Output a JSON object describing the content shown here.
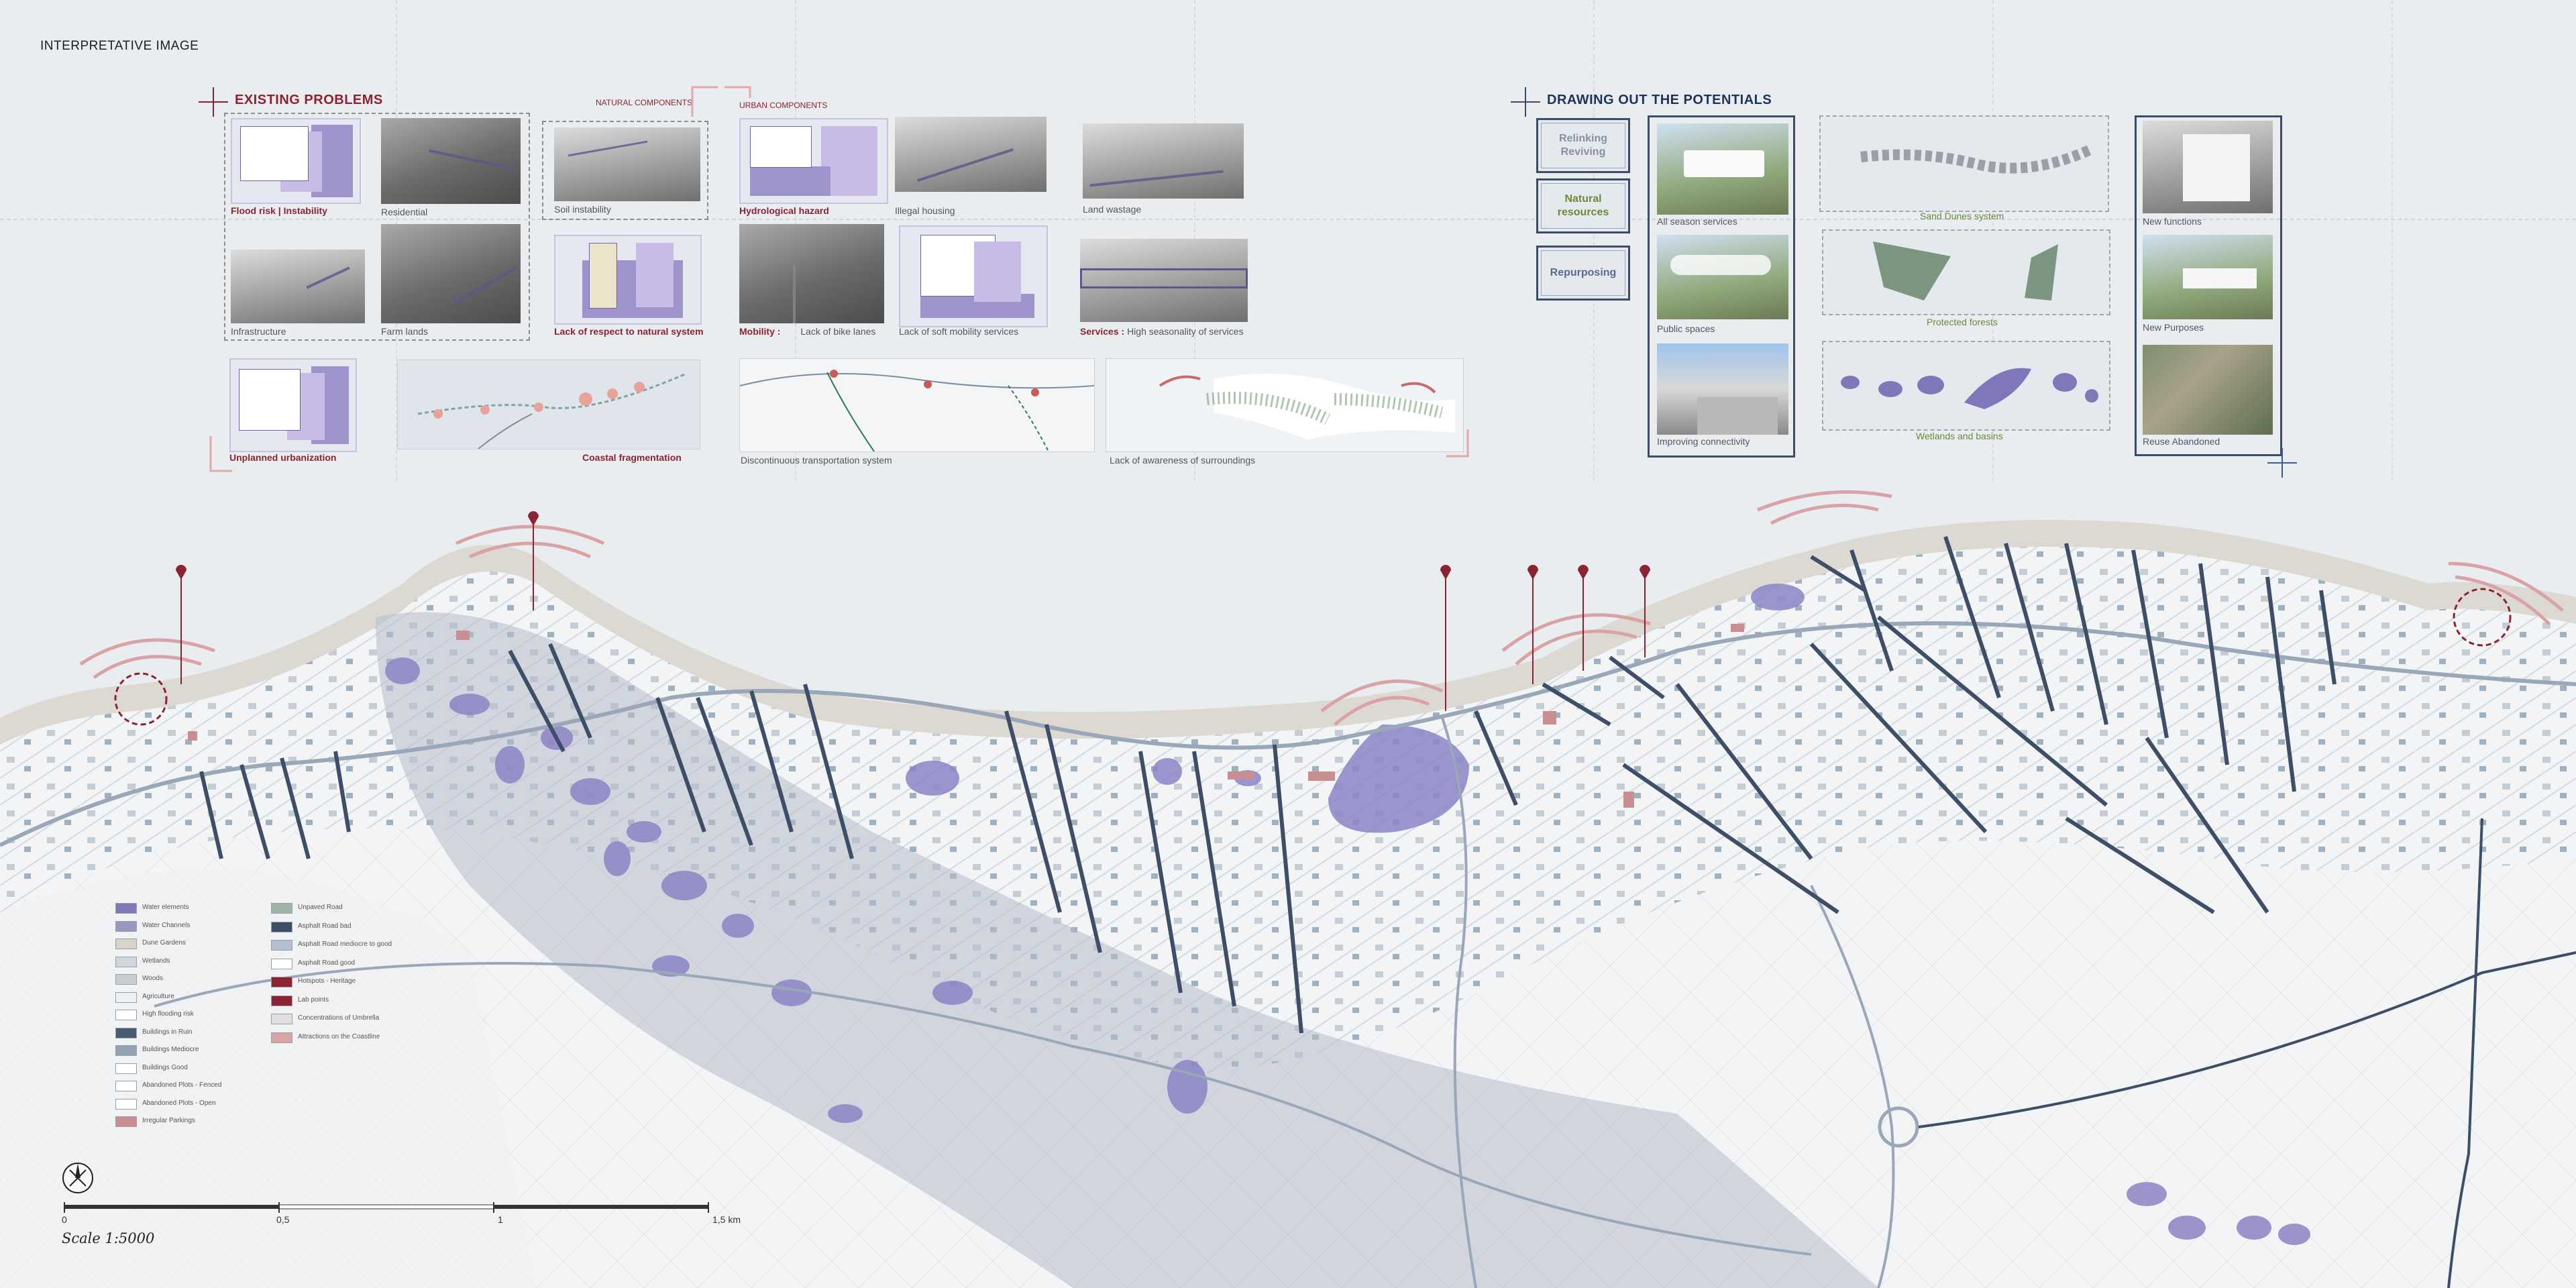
{
  "page": {
    "title": "INTERPRETATIVE IMAGE"
  },
  "problems": {
    "title": "EXISTING PROBLEMS",
    "group_labels": {
      "natural": "NATURAL COMPONENTS",
      "urban": "URBAN COMPONENTS"
    },
    "captions": {
      "flood_risk": "Flood risk | Instability",
      "residential": "Residential",
      "infrastructure": "Infrastructure",
      "farm_lands": "Farm lands",
      "soil_instability": "Soil instability",
      "lack_respect": "Lack of respect to natural system",
      "hydrological": "Hydrological hazard",
      "illegal_housing": "Illegal housing",
      "land_wastage": "Land wastage",
      "mobility_label": "Mobility :",
      "mobility_text": "Lack of bike lanes",
      "soft_mobility": "Lack of soft mobility services",
      "services_label": "Services :",
      "services_text": "High seasonality of services",
      "unplanned": "Unplanned urbanization",
      "coastal": "Coastal fragmentation",
      "transport": "Discontinuous transportation system",
      "awareness": "Lack of awareness of surroundings"
    }
  },
  "potentials": {
    "title": "DRAWING OUT THE POTENTIALS",
    "buttons": [
      {
        "label": "Relinking Reviving",
        "color": "#8a90a3"
      },
      {
        "label": "Natural resources",
        "color": "#6b8b3a"
      },
      {
        "label": "Repurposing",
        "color": "#5a6a90"
      }
    ],
    "col1": [
      "All season services",
      "Public spaces",
      "Improving connectivity"
    ],
    "col2": [
      "Sand Dunes system",
      "Protected forests",
      "Wetlands and basins"
    ],
    "col3": [
      "New functions",
      "New Purposes",
      "Reuse Abandoned"
    ]
  },
  "legend": {
    "col1": [
      {
        "label": "Water elements",
        "color": "#7f77b8"
      },
      {
        "label": "Water Channels",
        "color": "#9a96c4"
      },
      {
        "label": "Dune Gardens",
        "color": "#d9d4c8"
      },
      {
        "label": "Wetlands",
        "color": "#cfd6dc"
      },
      {
        "label": "Woods",
        "color": "#c8cdd2"
      },
      {
        "label": "Agriculture",
        "color": "#eef0f2"
      },
      {
        "label": "High flooding risk",
        "color": "#ffffff"
      },
      {
        "label": "Buildings in Ruin",
        "color": "#4a5a72"
      },
      {
        "label": "Buildings Mediocre",
        "color": "#8fa3b3"
      },
      {
        "label": "Buildings Good",
        "color": "#ffffff"
      },
      {
        "label": "Abandoned Plots - Fenced",
        "color": "#ffffff"
      },
      {
        "label": "Abandoned Plots - Open",
        "color": "#ffffff"
      },
      {
        "label": "Irregular Parkings",
        "color": "#c98e92"
      }
    ],
    "col2": [
      {
        "label": "Unpaved Road",
        "color": "#9fb3a8"
      },
      {
        "label": "Asphalt Road bad",
        "color": "#3d4e66"
      },
      {
        "label": "Asphalt Road mediocre to good",
        "color": "#b4bfd0"
      },
      {
        "label": "Asphalt Road good",
        "color": "#ffffff"
      },
      {
        "label": "Hotspots - Heritage",
        "color": "#8c2332"
      },
      {
        "label": "Lab points",
        "color": "#8c2332"
      },
      {
        "label": "Concentrations of Umbrella",
        "color": "#e4dede"
      },
      {
        "label": "Attractions on the Coastline",
        "color": "#d9a3a6"
      }
    ]
  },
  "scale": {
    "ticks": [
      "0",
      "0,5",
      "1",
      "1,5 km"
    ],
    "title": "Scale 1:5000"
  },
  "icons": {
    "north": "north-arrow-icon",
    "pin": "lab-point-pin-icon",
    "hotspot": "hotspot-circle-icon"
  }
}
